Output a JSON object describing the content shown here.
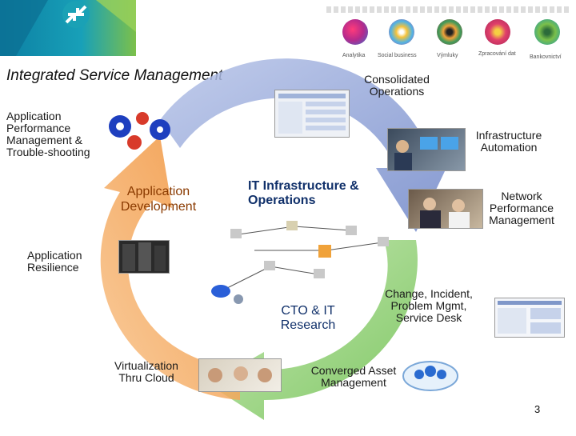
{
  "header": {
    "title": "Integrated Service Management",
    "brand_labels": [
      "Analytika",
      "Social business",
      "Výmluky",
      "Zpracování dat",
      "Bankovnictví"
    ]
  },
  "diagram": {
    "center_label": "IT Infrastructure & Operations",
    "labels": {
      "consolidated_operations": "Consolidated Operations",
      "infrastructure_automation": "Infrastructure Automation",
      "network_performance": "Network Performance Management",
      "change_incident": "Change, Incident, Problem Mgmt, Service Desk",
      "converged_asset": "Converged Asset Management",
      "cto_research": "CTO & IT Research",
      "virtualization": "Virtualization Thru Cloud",
      "application_resilience": "Application Resilience",
      "application_development": "Application Development",
      "application_performance": "Application Performance Management & Trouble-shooting"
    }
  },
  "footer": {
    "page_number": "3"
  },
  "colors": {
    "ring_blue": "#6f86c8",
    "ring_orange": "#f08a2c",
    "ring_green": "#6abf4b",
    "brand_teal": "#0f8fa8",
    "brand_green": "#8cc63f"
  }
}
